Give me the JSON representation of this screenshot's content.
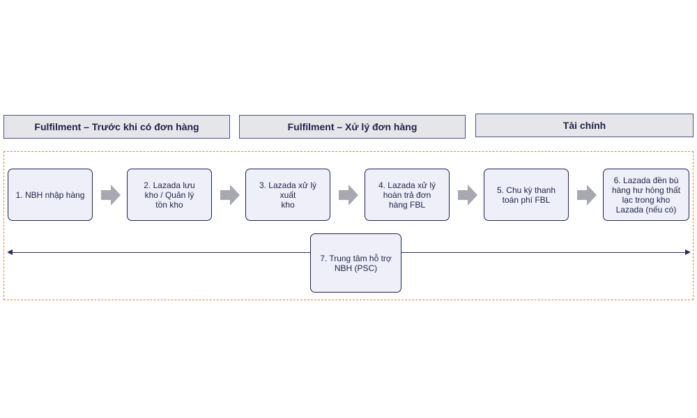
{
  "headers": [
    "Fulfilment – Trước khi có đơn hàng",
    "Fulfilment – Xử lý đơn hàng",
    "Tài chính"
  ],
  "steps": [
    "1. NBH nhập hàng",
    "2. Lazada lưu\nkho /  Quản lý\ntồn kho",
    "3. Lazada xử lý\nxuất\nkho",
    "4. Lazada xử lý\nhoàn  trả đơn\nhàng FBL",
    "5. Chu kỳ thanh\ntoán phí FBL",
    "6. Lazada đền bù\nhàng hư hỏng thất\nlạc trong kho\nLazada (nếu có)",
    "7. Trung tâm hỗ trợ\nNBH (PSC)"
  ],
  "colors": {
    "box_fill": "#eeeff8",
    "box_border": "#1f2250",
    "header_fill": "#e6e6ea",
    "arrow": "#a7a8b0",
    "frame": "#d9844a"
  }
}
